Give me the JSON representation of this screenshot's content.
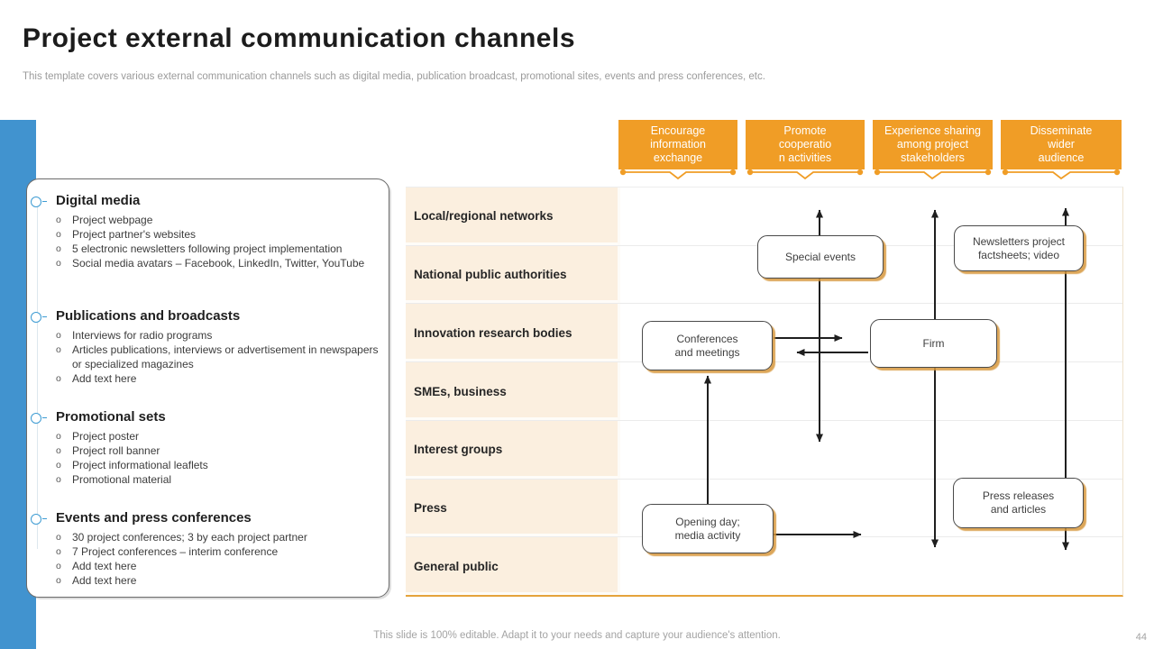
{
  "slide": {
    "title": "Project external communication channels",
    "subtitle": "This template covers various external communication channels such as digital media, publication broadcast, promotional sites, events and press conferences, etc.",
    "footer": "This slide is 100% editable. Adapt it to your needs and capture your audience's attention.",
    "page_number": "44"
  },
  "colors": {
    "accent_orange": "#F09D26",
    "accent_blue": "#4193CF",
    "row_label_cream": "#FBEFDF",
    "arrow_black": "#1f1f1f",
    "callout_shadow": "#D6963C"
  },
  "left_panel": {
    "sections": [
      {
        "title": "Digital media",
        "bullets": [
          "Project webpage",
          "Project partner's websites",
          "5 electronic newsletters following project implementation",
          "Social media avatars – Facebook, LinkedIn, Twitter, YouTube"
        ]
      },
      {
        "title": "Publications and broadcasts",
        "bullets": [
          "Interviews for radio programs",
          "Articles publications, interviews or advertisement in newspapers or specialized magazines",
          "Add text here"
        ]
      },
      {
        "title": "Promotional sets",
        "bullets": [
          "Project poster",
          "Project roll banner",
          "Project informational leaflets",
          "Promotional material"
        ]
      },
      {
        "title": "Events and press conferences",
        "bullets": [
          "30 project conferences; 3 by each project partner",
          "7 Project conferences – interim conference",
          "Add text here",
          "Add text here"
        ]
      }
    ]
  },
  "matrix": {
    "column_headers": [
      "Encourage\ninformation\nexchange",
      "Promote\ncooperatio\nn activities",
      "Experience sharing\namong project\nstakeholders",
      "Disseminate\nwider\naudience"
    ],
    "row_labels": [
      "Local/regional networks",
      "National public authorities",
      "Innovation research bodies",
      "SMEs, business",
      "Interest groups",
      "Press",
      "General public"
    ],
    "callouts": [
      "Special events",
      "Newsletters project\nfactsheets; video",
      "Conferences\nand meetings",
      "Firm",
      "Opening day;\nmedia activity",
      "Press releases\nand articles"
    ]
  }
}
